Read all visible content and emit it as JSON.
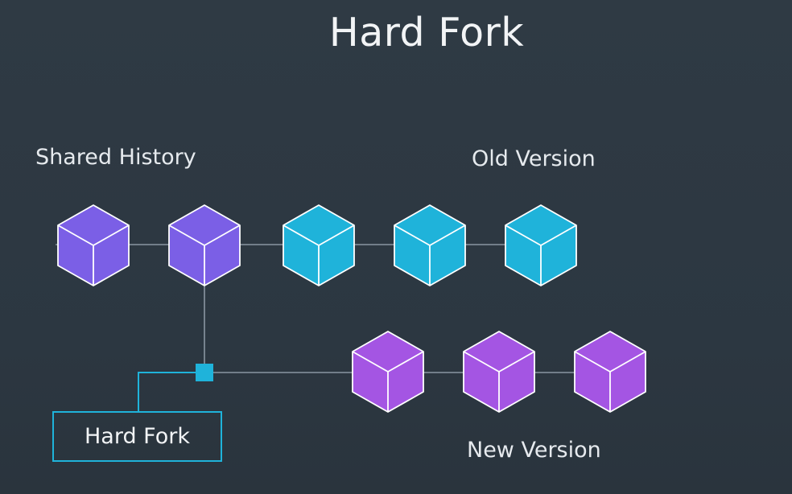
{
  "title": "Hard Fork",
  "labels": {
    "shared_history": "Shared History",
    "old_version": "Old Version",
    "new_version": "New Version"
  },
  "callout": {
    "text": "Hard Fork"
  },
  "colors": {
    "shared_block": "#7b5fe6",
    "old_block": "#1fb3da",
    "new_block": "#a455e3",
    "connector": "#8a96a1",
    "fork_marker": "#1fb3da",
    "callout_border": "#1fb3da",
    "cube_edge": "#ffffff"
  },
  "chains": {
    "shared_history_blocks": 2,
    "old_version_blocks": 3,
    "new_version_blocks": 3
  }
}
